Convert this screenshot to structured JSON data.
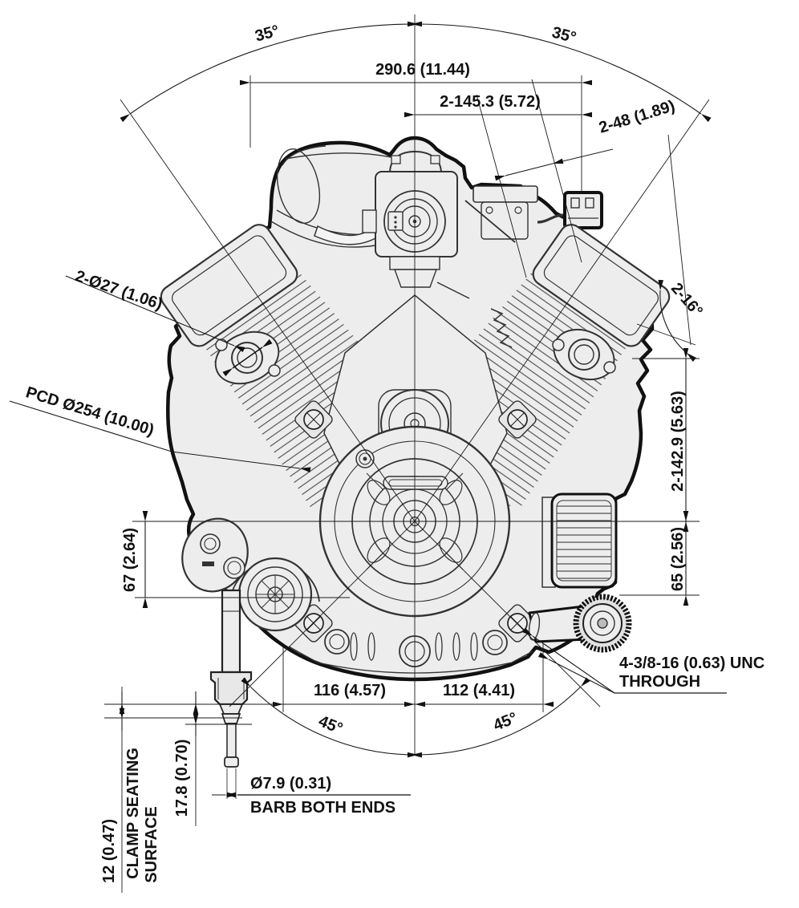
{
  "drawing": {
    "kind": "v-twin engine installation dimension drawing",
    "colors": {
      "paper": "#ffffff",
      "ink": "#111111",
      "body_fill": "#ededed"
    },
    "labels": {
      "bank_angle_left": "35°",
      "bank_angle_right": "35°",
      "overall_width": "290.6 (11.44)",
      "half_width": "2-145.3 (5.72)",
      "stud_spacing": "2-48 (1.89)",
      "exhaust_port": "2-Ø27 (1.06)",
      "pcd": "PCD Ø254 (10.00)",
      "port_face_angle": "2-16°",
      "height_upper": "2-142.9 (5.63)",
      "crank_to_base_right": "65 (2.56)",
      "crank_to_base_left": "67 (2.64)",
      "base_left": "116 (4.57)",
      "base_right": "112 (4.41)",
      "mount_angle_left": "45°",
      "mount_angle_right": "45°",
      "mount_thread_line1": "4-3/8-16 (0.63) UNC",
      "mount_thread_line2": "THROUGH",
      "barb_diameter": "Ø7.9 (0.31)",
      "barb_note": "BARB BOTH ENDS",
      "barb_length": "17.8 (0.70)",
      "clamp_length": "12 (0.47)",
      "clamp_note_line1": "CLAMP SEATING",
      "clamp_note_line2": "SURFACE"
    }
  }
}
